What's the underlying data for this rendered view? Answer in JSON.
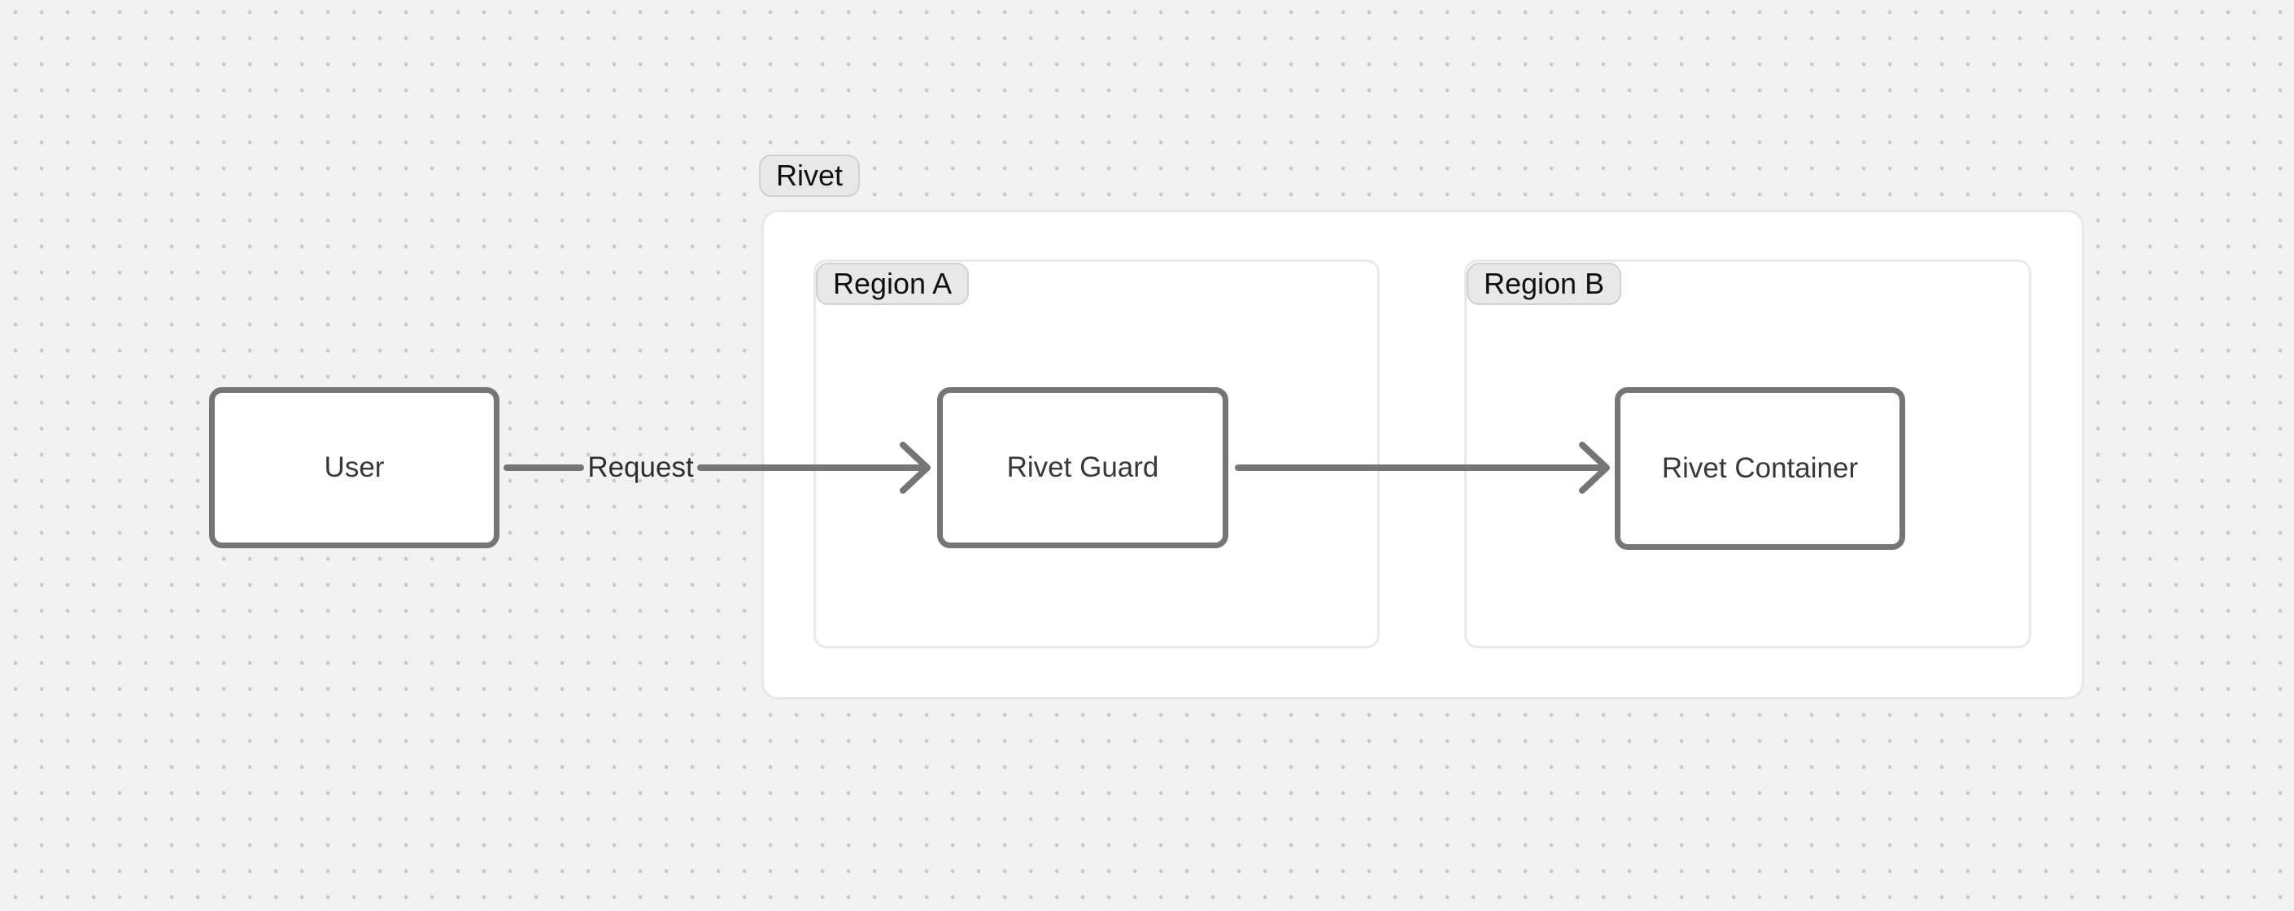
{
  "colors": {
    "canvas_bg": "#f2f2f2",
    "grid_dot": "#c9c9c9",
    "node_border": "#757575",
    "node_bg": "#ffffff",
    "node_text": "#383838",
    "group_border": "#e7e7e7",
    "pill_bg": "#e8e8e8",
    "pill_border": "#d0d0d0",
    "pill_text": "#101010",
    "arrow": "#757575"
  },
  "diagram": {
    "groups": {
      "rivet": {
        "label": "Rivet"
      },
      "region_a": {
        "label": "Region A"
      },
      "region_b": {
        "label": "Region B"
      }
    },
    "nodes": {
      "user": {
        "label": "User"
      },
      "rivet_guard": {
        "label": "Rivet Guard"
      },
      "rivet_container": {
        "label": "Rivet Container"
      }
    },
    "edges": {
      "user_to_guard": {
        "label": "Request"
      },
      "guard_to_container": {
        "label": ""
      }
    }
  }
}
